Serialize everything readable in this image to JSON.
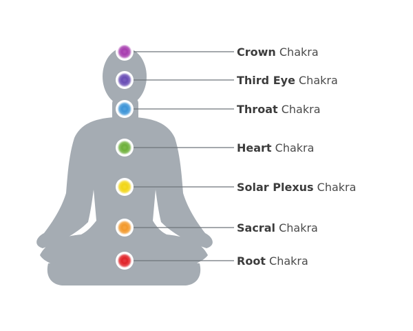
{
  "figure": {
    "silhouette_color": "#a5acb3",
    "connector_color": "#6e747a",
    "label_color": "#4a4a4a",
    "chakras": [
      {
        "strong": "Crown",
        "suffix": " Chakra",
        "color": "#a83fb0",
        "icon": "crown-chakra-icon"
      },
      {
        "strong": "Third Eye",
        "suffix": " Chakra",
        "color": "#6a4fb6",
        "icon": "third-eye-chakra-icon"
      },
      {
        "strong": "Throat",
        "suffix": " Chakra",
        "color": "#3f96d8",
        "icon": "throat-chakra-icon"
      },
      {
        "strong": "Heart",
        "suffix": " Chakra",
        "color": "#6fb13c",
        "icon": "heart-chakra-icon"
      },
      {
        "strong": "Solar Plexus",
        "suffix": " Chakra",
        "color": "#f2d61a",
        "icon": "solar-plexus-chakra-icon"
      },
      {
        "strong": "Sacral",
        "suffix": " Chakra",
        "color": "#f39a2e",
        "icon": "sacral-chakra-icon"
      },
      {
        "strong": "Root",
        "suffix": " Chakra",
        "color": "#e1262b",
        "icon": "root-chakra-icon"
      }
    ]
  }
}
